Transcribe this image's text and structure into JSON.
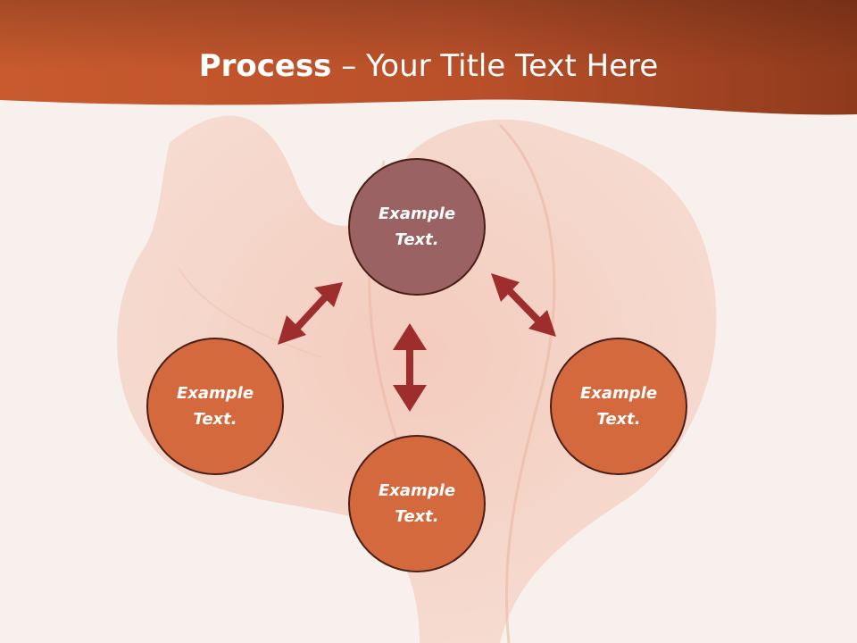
{
  "title": {
    "bold": "Process",
    "rest": " – Your Title Text Here"
  },
  "nodes": {
    "top": {
      "line1": "Example",
      "line2": "Text."
    },
    "left": {
      "line1": "Example",
      "line2": "Text."
    },
    "bottom": {
      "line1": "Example",
      "line2": "Text."
    },
    "right": {
      "line1": "Example",
      "line2": "Text."
    }
  },
  "colors": {
    "header": "#c0522a",
    "node_top": "#9a6262",
    "node_other": "#d5693e",
    "arrow": "#9e2e2e",
    "node_border": "#4a1f17"
  }
}
